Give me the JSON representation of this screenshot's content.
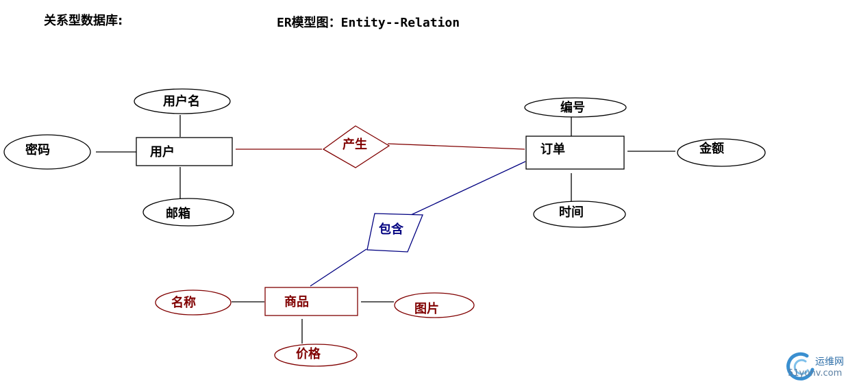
{
  "headings": {
    "left": "关系型数据库:",
    "right": "ER模型图：Entity--Relation"
  },
  "entities": {
    "user": "用户",
    "order": "订单",
    "product": "商品"
  },
  "attributes": {
    "username": "用户名",
    "password": "密码",
    "email": "邮箱",
    "order_number": "编号",
    "amount": "金额",
    "time": "时间",
    "product_name": "名称",
    "price": "价格",
    "picture": "图片"
  },
  "relations": {
    "produce": "产生",
    "contain": "包含"
  },
  "watermark": {
    "site": "运维网",
    "domain": "51yunv.com"
  },
  "colors": {
    "black": "#000000",
    "dark_red": "#800000",
    "navy": "#000080",
    "watermark_blue": "#2f6fa8"
  }
}
